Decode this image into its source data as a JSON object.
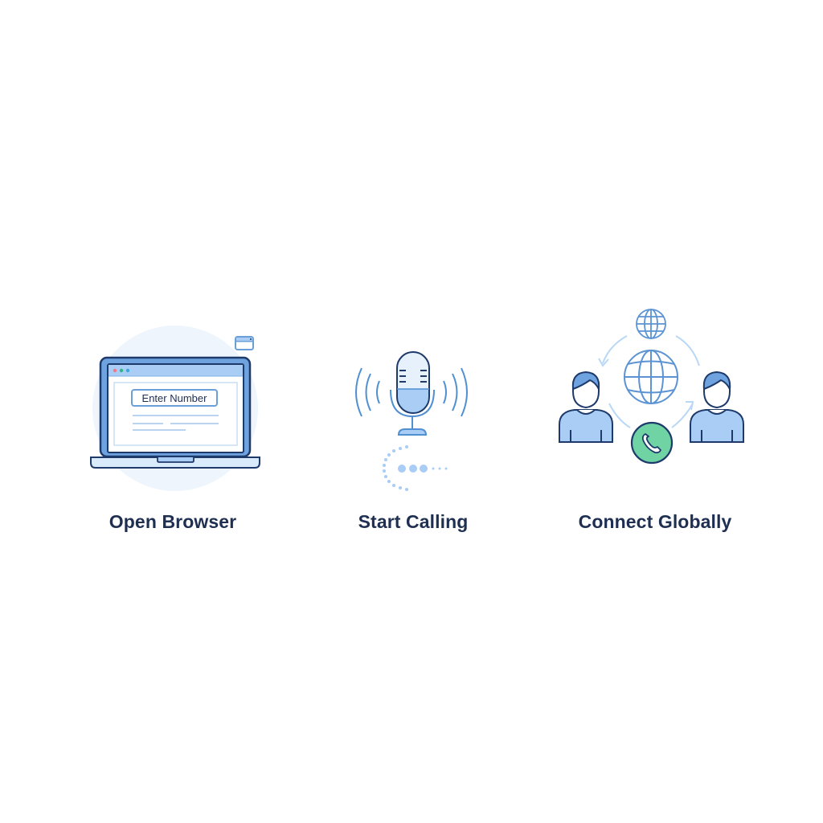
{
  "steps": [
    {
      "id": "open-browser",
      "label": "Open Browser",
      "icon": "laptop-browser-icon",
      "input_label": "Enter Number"
    },
    {
      "id": "start-calling",
      "label": "Start Calling",
      "icon": "microphone-icon"
    },
    {
      "id": "connect-globally",
      "label": "Connect Globally",
      "icon": "global-connection-icon"
    }
  ],
  "colors": {
    "outline": "#1e3a6b",
    "primary_blue": "#6a9fd8",
    "light_blue": "#a9cdf5",
    "pale_blue": "#e9f3fd",
    "green": "#6fd3a3",
    "text": "#1e2f52"
  }
}
